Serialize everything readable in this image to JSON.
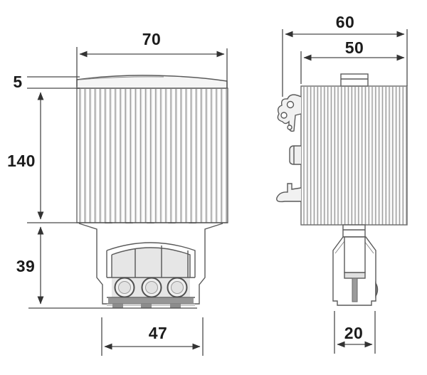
{
  "diagram": {
    "front_view": {
      "dimensions": {
        "top_width": "70",
        "cap_height": "5",
        "fin_body_height": "140",
        "terminal_section_height": "39",
        "bottom_width": "47"
      }
    },
    "side_view": {
      "dimensions": {
        "overall_depth": "60",
        "body_depth": "50",
        "terminal_depth": "20"
      }
    },
    "colors": {
      "line": "#4a4a4a",
      "text": "#1b1b1b",
      "fin_shadow": "#8a8a8a",
      "panel_fill": "#e6e6e6",
      "dark_strip": "#969696",
      "background": "#ffffff"
    }
  }
}
